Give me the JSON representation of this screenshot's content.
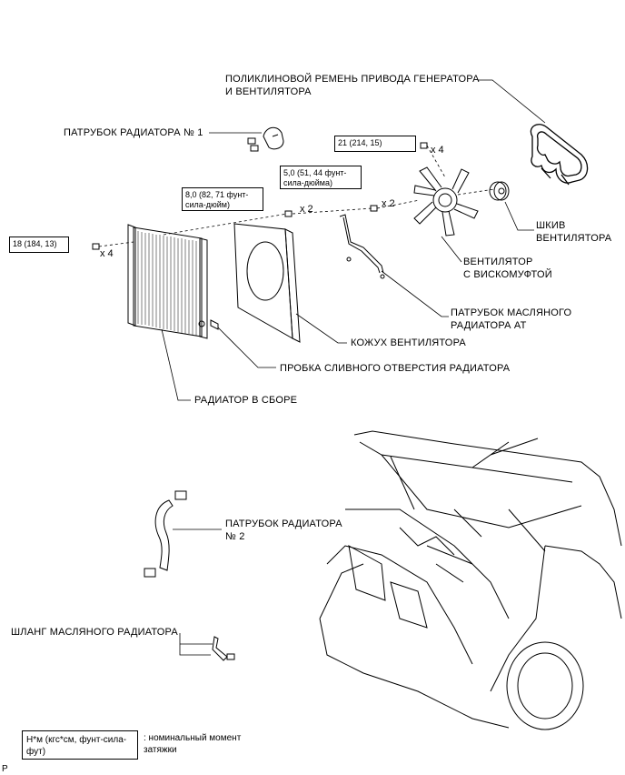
{
  "labels": {
    "belt_line1": "ПОЛИКЛИНОВОЙ РЕМЕНЬ ПРИВОДА ГЕНЕРАТОРА",
    "belt_line2": "И ВЕНТИЛЯТОРА",
    "hose1": "ПАТРУБОК РАДИАТОРА № 1",
    "pulley_line1": "ШКИВ",
    "pulley_line2": "ВЕНТИЛЯТОРА",
    "fan_line1": "ВЕНТИЛЯТОР",
    "fan_line2": "С ВИСКОМУФТОЙ",
    "oil_pipe_line1": "ПАТРУБОК МАСЛЯНОГО",
    "oil_pipe_line2": "РАДИАТОРА АТ",
    "shroud": "КОЖУХ ВЕНТИЛЯТОРА",
    "drain_plug": "ПРОБКА СЛИВНОГО ОТВЕРСТИЯ РАДИАТОРА",
    "radiator": "РАДИАТОР В СБОРЕ",
    "hose2_line1": "ПАТРУБОК РАДИАТОРА",
    "hose2_line2": "№ 2",
    "oil_hose": "ШЛАНГ МАСЛЯНОГО РАДИАТОРА"
  },
  "torques": {
    "t21": "21 (214, 15)",
    "t50": "5,0 (51, 44 фунт-сила-дюйма)",
    "t80": "8,0 (82, 71 фунт-сила-дюйм)",
    "t18": "18 (184, 13)"
  },
  "quantities": {
    "q21": "x 4",
    "q50": "x 2",
    "q80": "x 2",
    "q18": "x 4"
  },
  "legend": {
    "box": "Н*м (кгс*см, фунт-сила-фут)",
    "text": ": номинальный момент затяжки"
  },
  "corner_mark": "P"
}
